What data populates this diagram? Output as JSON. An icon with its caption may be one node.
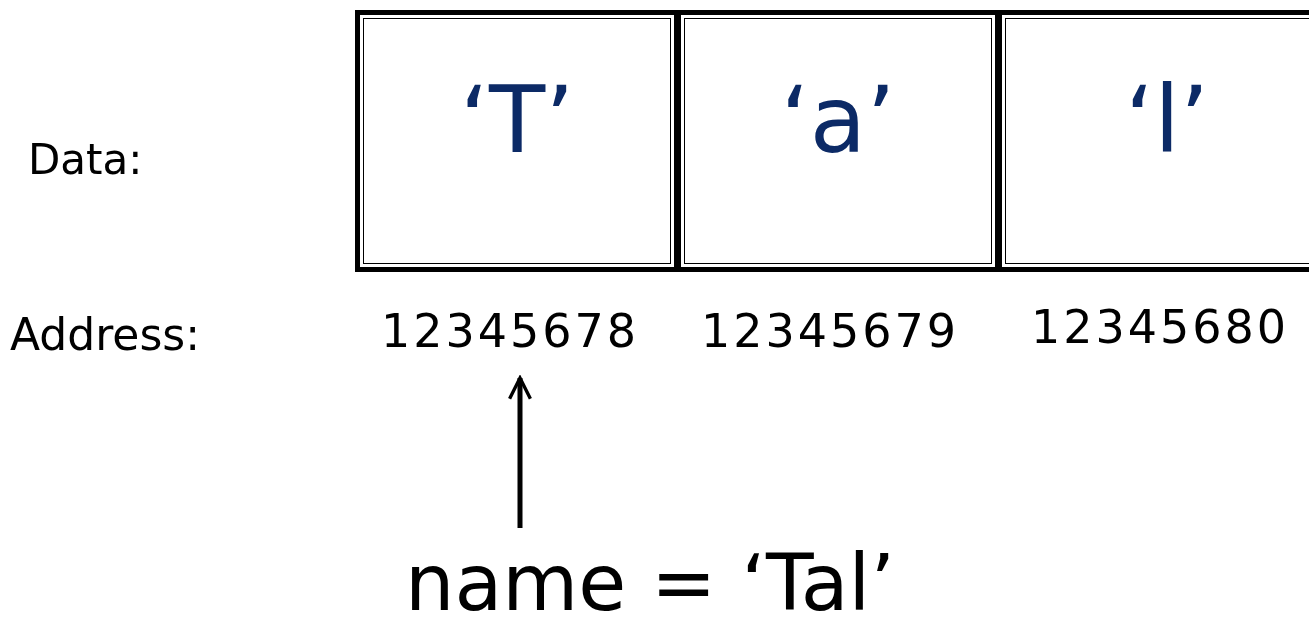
{
  "diagram": {
    "nodes": [
      {
        "text": [
          "‘T’"
        ]
      },
      {
        "text": [
          "‘a’"
        ]
      },
      {
        "text": [
          "‘l’"
        ]
      },
      {
        "text": [
          "12345678"
        ]
      },
      {
        "text": [
          "12345679"
        ]
      },
      {
        "text": [
          "12345680"
        ]
      },
      {
        "text": [
          "name = ‘Tal’"
        ]
      }
    ],
    "edges": [
      {
        "from": 6,
        "to": 3,
        "arrow": "to"
      }
    ],
    "labels": [
      "Data:",
      "Address:"
    ]
  }
}
